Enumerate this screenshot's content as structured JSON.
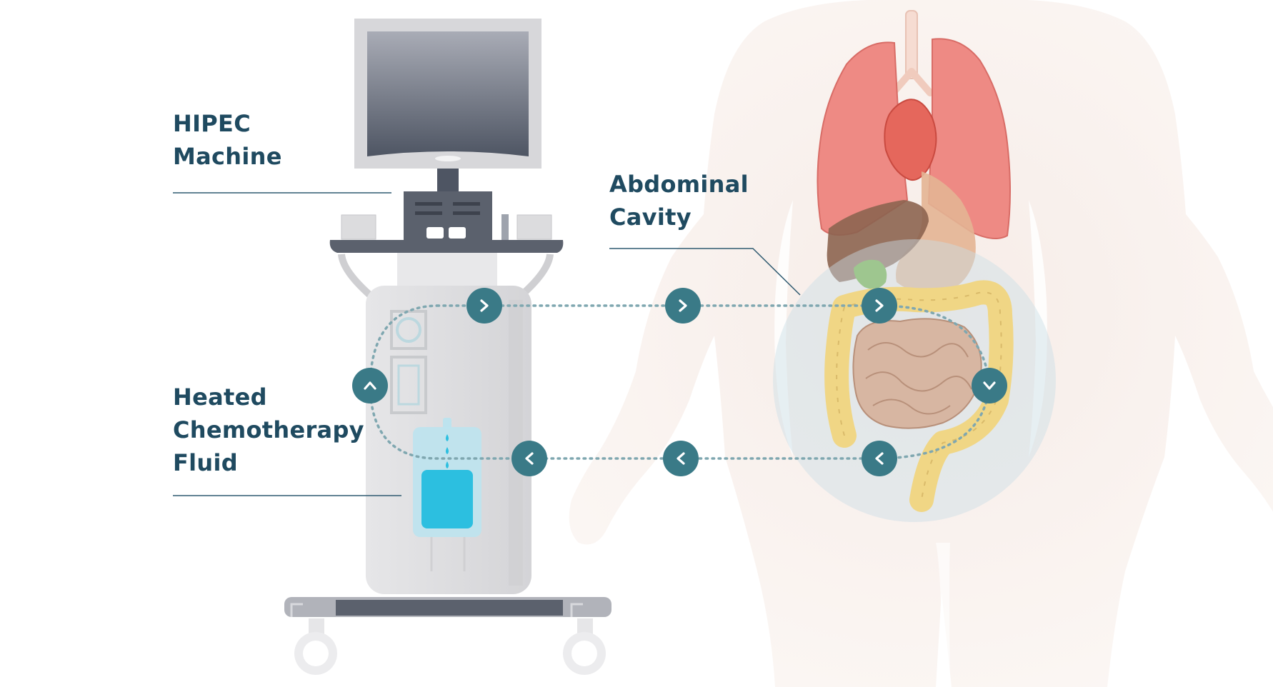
{
  "labels": {
    "machine": [
      "HIPEC",
      "Machine"
    ],
    "cavity": [
      "Abdominal",
      "Cavity"
    ],
    "fluid": [
      "Heated",
      "Chemotherapy",
      "Fluid"
    ]
  },
  "colors": {
    "label_text": "#1f4a60",
    "node_fill": "#3a7a87",
    "flow_dots": "#7fa7b0",
    "fluid": "#2cbfe0",
    "lungs": "#ee8a84",
    "heart": "#e5675c",
    "liver": "#8c6450",
    "stomach": "#e3b493",
    "gallbladder": "#7bb248",
    "large_intestine": "#f3dc8e",
    "small_intestine": "#d7b6a2",
    "body_silhouette": "#f7eeea",
    "cavity_circle": "#d4e6ee",
    "machine_body": "#dcdcde",
    "monitor_frame": "#d7d7da"
  },
  "flow_nodes": [
    {
      "id": "machine-out",
      "direction": "right"
    },
    {
      "id": "mid-top",
      "direction": "right"
    },
    {
      "id": "cavity-in",
      "direction": "right"
    },
    {
      "id": "cavity-right",
      "direction": "down"
    },
    {
      "id": "cavity-out",
      "direction": "left"
    },
    {
      "id": "mid-bottom",
      "direction": "left"
    },
    {
      "id": "machine-in",
      "direction": "left"
    },
    {
      "id": "machine-left",
      "direction": "up"
    }
  ]
}
